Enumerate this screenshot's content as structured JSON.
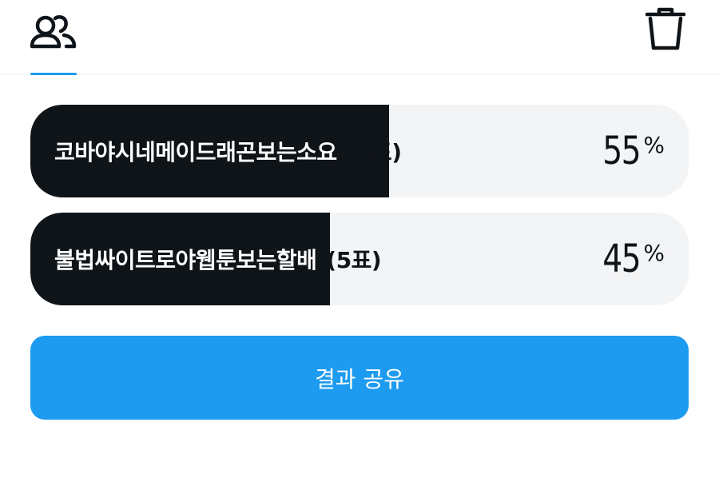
{
  "header": {
    "left_icon": "people-icon",
    "right_icon": "trash-icon"
  },
  "poll": {
    "options": [
      {
        "label": "코바야시네메이드래곤보는소요",
        "votes": "(6표)",
        "percent": "55",
        "percent_sign": "%",
        "fraction": 0.545
      },
      {
        "label": "불법싸이트로야웹툰보는할배",
        "votes": "(5표)",
        "percent": "45",
        "percent_sign": "%",
        "fraction": 0.455
      }
    ]
  },
  "share": {
    "label": "결과 공유"
  },
  "colors": {
    "accent": "#1d9bf0",
    "fill": "#0f1419",
    "track": "#f3f4f6"
  }
}
